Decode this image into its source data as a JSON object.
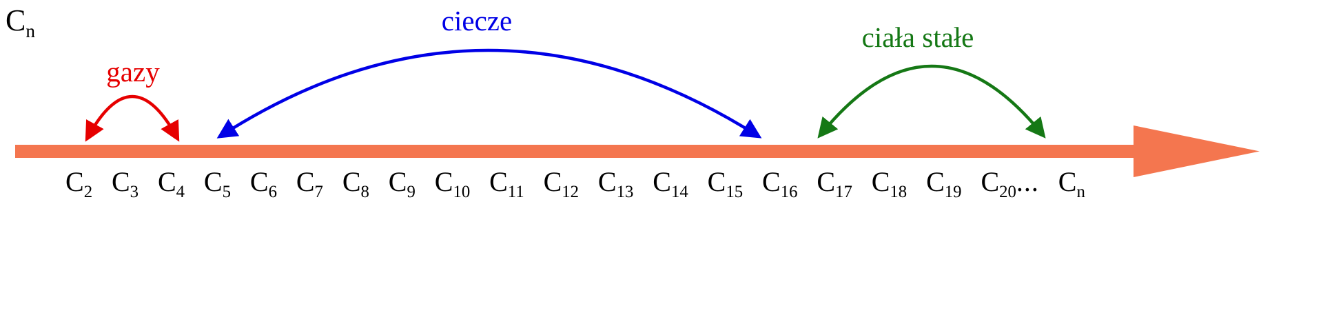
{
  "corner": {
    "base": "C",
    "sub": "n"
  },
  "annotations": [
    {
      "label": "gazy",
      "color": "#e60000"
    },
    {
      "label": "ciecze",
      "color": "#0000e6"
    },
    {
      "label": "ciała stałe",
      "color": "#157815"
    }
  ],
  "axis": {
    "color": "#f4764f",
    "labels": [
      {
        "base": "C",
        "sub": "2",
        "suffix": ""
      },
      {
        "base": "C",
        "sub": "3",
        "suffix": ""
      },
      {
        "base": "C",
        "sub": "4",
        "suffix": ""
      },
      {
        "base": "C",
        "sub": "5",
        "suffix": ""
      },
      {
        "base": "C",
        "sub": "6",
        "suffix": ""
      },
      {
        "base": "C",
        "sub": "7",
        "suffix": ""
      },
      {
        "base": "C",
        "sub": "8",
        "suffix": ""
      },
      {
        "base": "C",
        "sub": "9",
        "suffix": ""
      },
      {
        "base": "C",
        "sub": "10",
        "suffix": ""
      },
      {
        "base": "C",
        "sub": "11",
        "suffix": ""
      },
      {
        "base": "C",
        "sub": "12",
        "suffix": ""
      },
      {
        "base": "C",
        "sub": "13",
        "suffix": ""
      },
      {
        "base": "C",
        "sub": "14",
        "suffix": ""
      },
      {
        "base": "C",
        "sub": "15",
        "suffix": ""
      },
      {
        "base": "C",
        "sub": "16",
        "suffix": ""
      },
      {
        "base": "C",
        "sub": "17",
        "suffix": ""
      },
      {
        "base": "C",
        "sub": "18",
        "suffix": ""
      },
      {
        "base": "C",
        "sub": "19",
        "suffix": ""
      },
      {
        "base": "C",
        "sub": "20",
        "suffix": "..."
      },
      {
        "base": "C",
        "sub": "n",
        "suffix": ""
      }
    ]
  }
}
